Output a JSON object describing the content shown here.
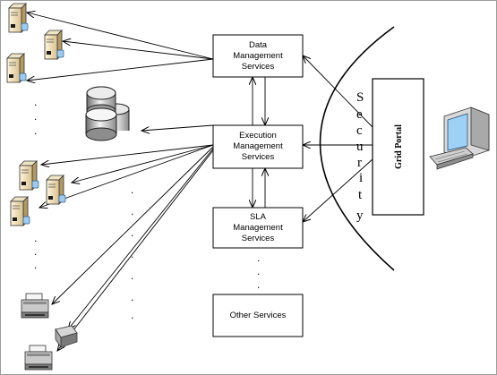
{
  "services": {
    "data": [
      "Data",
      "Management",
      "Services"
    ],
    "execution": [
      "Execution",
      "Management",
      "Services"
    ],
    "sla": [
      "SLA",
      "Management",
      "Services"
    ],
    "other": [
      "Other Services"
    ]
  },
  "portal": {
    "label": "Grid Portal"
  },
  "security": {
    "letters": [
      "S",
      "e",
      "c",
      "u",
      "r",
      "i",
      "t",
      "y"
    ]
  },
  "continuation": {
    "dot": "."
  },
  "icons": {
    "server": "server-icon",
    "database": "database-icon",
    "printer": "printer-icon",
    "scanner": "scanner-icon",
    "computer": "desktop-computer-icon"
  }
}
